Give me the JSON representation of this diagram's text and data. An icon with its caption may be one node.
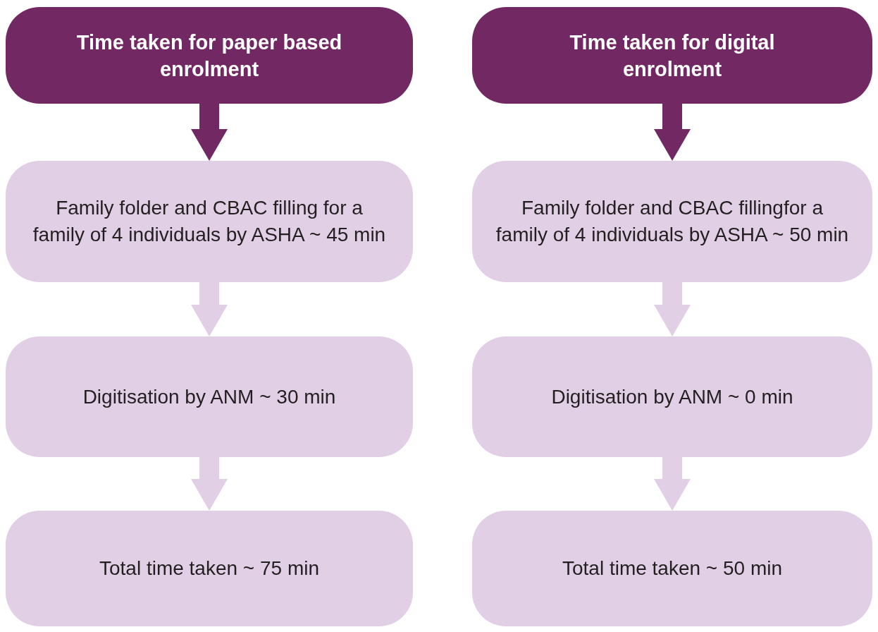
{
  "diagram": {
    "nodes": [
      {
        "text": [
          "Time taken for paper based enrolment"
        ]
      },
      {
        "text": [
          "Family folder and CBAC filling for a family of 4 individuals by ASHA ~ 45 min"
        ]
      },
      {
        "text": [
          "Digitisation by ANM ~ 30 min"
        ]
      },
      {
        "text": [
          "Total time taken ~ 75 min"
        ]
      },
      {
        "text": [
          "Time taken for digital enrolment"
        ]
      },
      {
        "text": [
          "Family folder and CBAC fillingfor a family of 4 individuals by ASHA ~ 50 min"
        ]
      },
      {
        "text": [
          "Digitisation by ANM ~ 0 min"
        ]
      },
      {
        "text": [
          "Total time taken ~ 50 min"
        ]
      }
    ],
    "edges": [
      {
        "from": 0,
        "to": 1,
        "arrow": "to",
        "color": "#722862"
      },
      {
        "from": 1,
        "to": 2,
        "arrow": "to"
      },
      {
        "from": 2,
        "to": 3,
        "arrow": "to"
      },
      {
        "from": 4,
        "to": 5,
        "arrow": "to",
        "color": "#722862"
      },
      {
        "from": 5,
        "to": 6,
        "arrow": "to"
      },
      {
        "from": 6,
        "to": 7,
        "arrow": "to"
      }
    ]
  }
}
